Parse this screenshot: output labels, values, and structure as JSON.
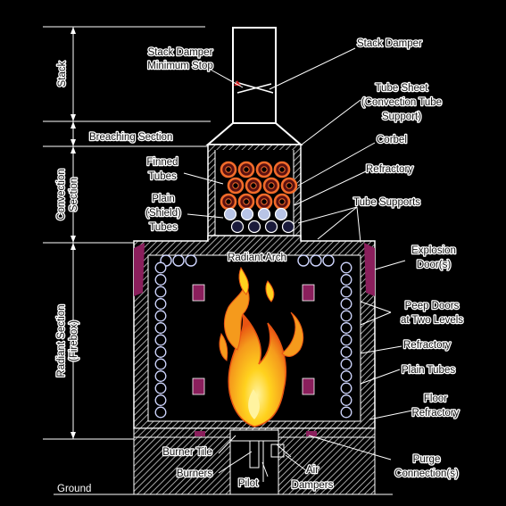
{
  "colors": {
    "background": "#000000",
    "outline": "#ffffff",
    "hatch": "#cfcfcf",
    "door": "#8a1f5c",
    "tube_ring": "#f26b2a",
    "tube_core": "#5a1010",
    "shield_tube": "#b8c4e6",
    "flame_outer": "#e85412",
    "flame_inner": "#ffd21e"
  },
  "icons": [
    "flame-icon",
    "tube-icon",
    "peep-door-icon",
    "damper-icon"
  ],
  "sections": {
    "stack": "Stack",
    "breaching": "Breaching Section",
    "convection_1": "Convection",
    "convection_2": "Section",
    "radiant_1": "Radiant Section",
    "radiant_2": "(Firebox)",
    "ground": "Ground"
  },
  "labels": {
    "stack_damper_min_1": "Stack Damper",
    "stack_damper_min_2": "Minimum Stop",
    "stack_damper": "Stack Damper",
    "tube_sheet_1": "Tube Sheet",
    "tube_sheet_2": "(Convection Tube",
    "tube_sheet_3": "Support)",
    "corbel": "Corbel",
    "refractory_top": "Refractory",
    "finned_1": "Finned",
    "finned_2": "Tubes",
    "plain_shield_1": "Plain",
    "plain_shield_2": "(Shield)",
    "plain_shield_3": "Tubes",
    "tube_supports": "Tube Supports",
    "radiant_arch": "Radiant Arch",
    "explosion_1": "Explosion",
    "explosion_2": "Door(s)",
    "peep_1": "Peep Doors",
    "peep_2": "at Two Levels",
    "refractory_side": "Refractory",
    "plain_tubes": "Plain Tubes",
    "floor_1": "Floor",
    "floor_2": "Refractory",
    "burner_tile": "Burner Tile",
    "burners": "Burners",
    "pilot": "Pilot",
    "air_1": "Air",
    "air_2": "Dampers",
    "purge_1": "Purge",
    "purge_2": "Connection(s)"
  }
}
